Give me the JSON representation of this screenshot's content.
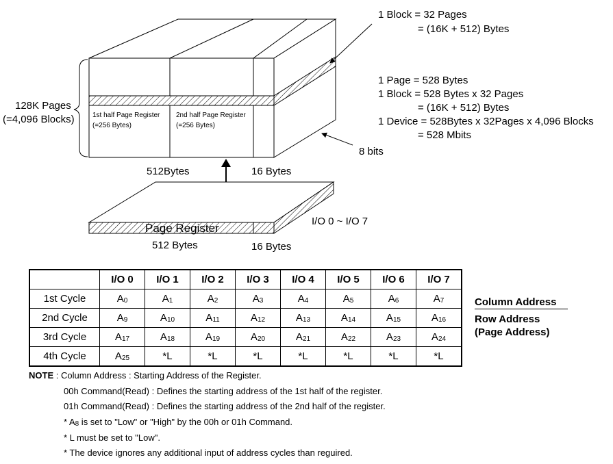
{
  "top_right_block": {
    "line1": "1 Block = 32 Pages",
    "line2": "= (16K + 512) Bytes"
  },
  "right_specs": {
    "line1": "1 Page = 528 Bytes",
    "line2": "1 Block = 528 Bytes x 32 Pages",
    "line3": "= (16K + 512) Bytes",
    "line4": "1 Device = 528Bytes x 32Pages x 4,096 Blocks",
    "line5": "= 528 Mbits"
  },
  "left_label": {
    "line1": "128K Pages",
    "line2": "(=4,096 Blocks)"
  },
  "cube": {
    "first_half_label": "1st half Page Register",
    "first_half_size": "(=256 Bytes)",
    "second_half_label": "2nd half Page Register",
    "second_half_size": "(=256 Bytes)",
    "bits_label": "8 bits",
    "main_bytes": "512Bytes",
    "spare_bytes": "16 Bytes"
  },
  "page_register": {
    "title": "Page Register",
    "main_bytes": "512 Bytes",
    "spare_bytes": "16 Bytes",
    "io_label": "I/O 0 ~ I/O 7"
  },
  "table": {
    "headers": [
      "I/O 0",
      "I/O 1",
      "I/O 2",
      "I/O 3",
      "I/O 4",
      "I/O 5",
      "I/O 6",
      "I/O 7"
    ],
    "rows": [
      {
        "label": "1st Cycle",
        "cells": [
          [
            "A",
            "0"
          ],
          [
            "A",
            "1"
          ],
          [
            "A",
            "2"
          ],
          [
            "A",
            "3"
          ],
          [
            "A",
            "4"
          ],
          [
            "A",
            "5"
          ],
          [
            "A",
            "6"
          ],
          [
            "A",
            "7"
          ]
        ]
      },
      {
        "label": "2nd Cycle",
        "cells": [
          [
            "A",
            "9"
          ],
          [
            "A",
            "10"
          ],
          [
            "A",
            "11"
          ],
          [
            "A",
            "12"
          ],
          [
            "A",
            "13"
          ],
          [
            "A",
            "14"
          ],
          [
            "A",
            "15"
          ],
          [
            "A",
            "16"
          ]
        ]
      },
      {
        "label": "3rd Cycle",
        "cells": [
          [
            "A",
            "17"
          ],
          [
            "A",
            "18"
          ],
          [
            "A",
            "19"
          ],
          [
            "A",
            "20"
          ],
          [
            "A",
            "21"
          ],
          [
            "A",
            "22"
          ],
          [
            "A",
            "23"
          ],
          [
            "A",
            "24"
          ]
        ]
      },
      {
        "label": "4th Cycle",
        "cells": [
          [
            "A",
            "25"
          ],
          [
            "*L",
            ""
          ],
          [
            "*L",
            ""
          ],
          [
            "*L",
            ""
          ],
          [
            "*L",
            ""
          ],
          [
            "*L",
            ""
          ],
          [
            "*L",
            ""
          ],
          [
            "*L",
            ""
          ]
        ]
      }
    ]
  },
  "side_labels": {
    "column_address": "Column Address",
    "row_address_1": "Row Address",
    "row_address_2": "(Page Address)"
  },
  "notes": {
    "note_label": "NOTE",
    "note_text": " : Column Address : Starting Address of the Register.",
    "line2": "00h Command(Read) : Defines the starting address of the 1st half of the register.",
    "line3": "01h Command(Read) : Defines the starting address of the 2nd half of the register.",
    "line4_pre": "* A",
    "line4_sub": "8",
    "line4_post": " is set to \"Low\" or \"High\" by the 00h or 01h Command.",
    "line5": "* L must be set to \"Low\".",
    "line6": "* The device ignores any additional input of address cycles than reguired."
  }
}
